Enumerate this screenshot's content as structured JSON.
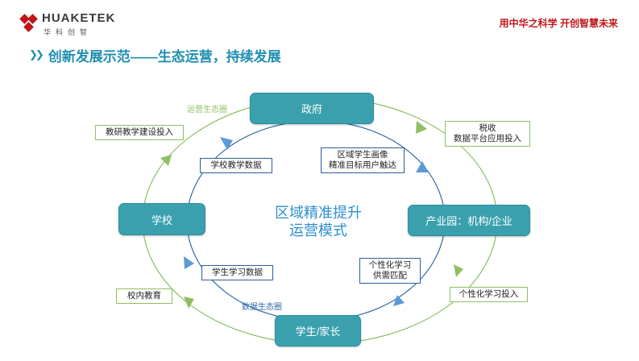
{
  "header": {
    "logo_name": "HUAKETEK",
    "logo_sub": "华科创智",
    "slogan": "用中华之科学 开创智慧未来"
  },
  "title": {
    "chevron": "❯❯",
    "text": "创新发展示范——生态运营，持续发展"
  },
  "nodes": {
    "government": "政府",
    "school": "学校",
    "industry": "产业园：机构/企业",
    "student": "学生/家长"
  },
  "center": {
    "line1": "区域精准提升",
    "line2": "运营模式"
  },
  "inner_labels": {
    "school_data": "学校教学数据",
    "region_profile_1": "区域学生画像",
    "region_profile_2": "精准目标用户触达",
    "learning_data": "学生学习数据",
    "personal_1": "个性化学习",
    "personal_2": "供需匹配"
  },
  "outer_labels": {
    "research_invest": "教研教学建设投入",
    "tax_1": "税收",
    "tax_2": "数据平台应用投入",
    "campus_edu": "校内教育",
    "personal_invest": "个性化学习投入"
  },
  "eco_labels": {
    "operation": "运营生态圈",
    "data": "数据生态圈"
  },
  "colors": {
    "title_blue": "#1f8eb0",
    "node_teal": "#3aa0ae",
    "outer_green": "#8fbf62",
    "inner_blue": "#2e6aa8",
    "slogan_red": "#c0161a",
    "center_blue": "#2d8fd0"
  }
}
